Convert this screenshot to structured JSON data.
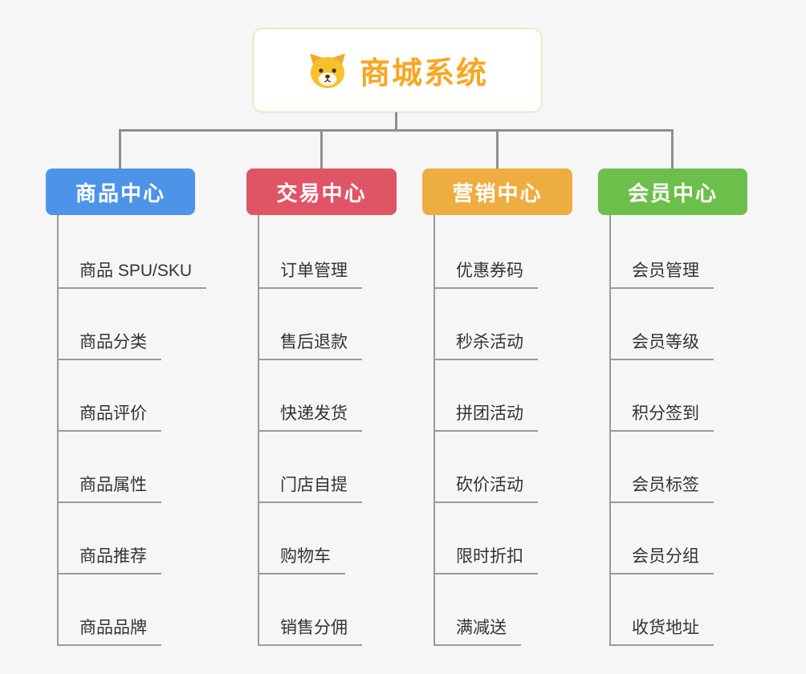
{
  "root": {
    "title": "商城系统",
    "title_color": "#f9a623",
    "icon": "dog-face-icon"
  },
  "style": {
    "connector_color": "#8f8f8f",
    "child_text_color": "#333333",
    "background": "#f6f6f6"
  },
  "branches": [
    {
      "label": "商品中心",
      "color": "#4d94e8",
      "children": [
        "商品 SPU/SKU",
        "商品分类",
        "商品评价",
        "商品属性",
        "商品推荐",
        "商品品牌"
      ]
    },
    {
      "label": "交易中心",
      "color": "#e05566",
      "children": [
        "订单管理",
        "售后退款",
        "快递发货",
        "门店自提",
        "购物车",
        "销售分佣"
      ]
    },
    {
      "label": "营销中心",
      "color": "#eead40",
      "children": [
        "优惠券码",
        "秒杀活动",
        "拼团活动",
        "砍价活动",
        "限时折扣",
        "满减送"
      ]
    },
    {
      "label": "会员中心",
      "color": "#6dbf4b",
      "children": [
        "会员管理",
        "会员等级",
        "积分签到",
        "会员标签",
        "会员分组",
        "收货地址"
      ]
    }
  ]
}
